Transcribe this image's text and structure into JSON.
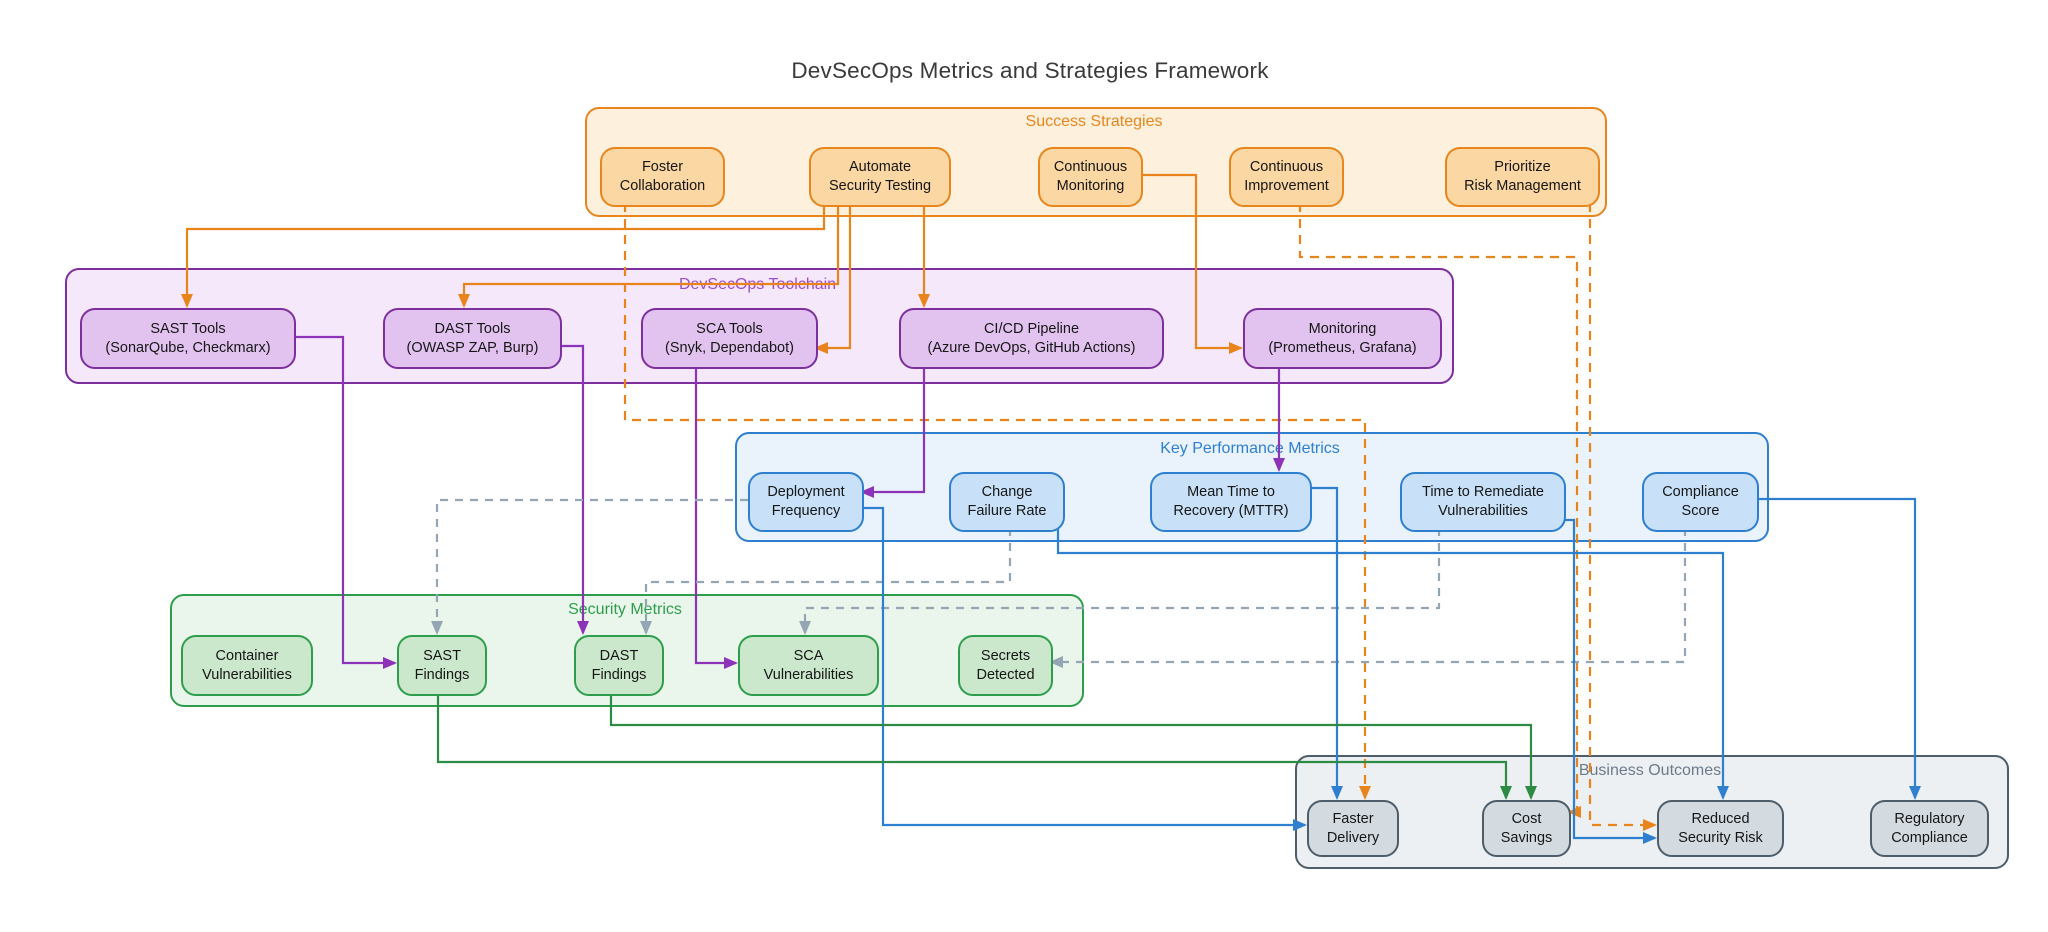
{
  "title": "DevSecOps Metrics and Strategies Framework",
  "palette": {
    "strategies": {
      "node_fill": "#FAD7A3",
      "border": "#E8861D",
      "cluster_fill": "#FDF1DE",
      "label": "#E8861D",
      "edge": "#E9841C"
    },
    "toolchain": {
      "node_fill": "#E2C3F0",
      "border": "#7D2F9E",
      "cluster_fill": "#F4E8FA",
      "label": "#9B4DCB",
      "edge": "#8C33B8"
    },
    "kpi": {
      "node_fill": "#C8E1F8",
      "border": "#2E7FD0",
      "cluster_fill": "#EAF3FC",
      "label": "#2E7FD0",
      "edge": "#2E7FD0"
    },
    "security": {
      "node_fill": "#CBE7CC",
      "border": "#2F9E4C",
      "cluster_fill": "#EAF6EC",
      "label": "#2F9E4C",
      "edge": "#2E8B44"
    },
    "outcomes": {
      "node_fill": "#D3DAE0",
      "border": "#4E5D6A",
      "cluster_fill": "#EDF0F2",
      "label": "#6C7B8A",
      "edge": "#94A6B3"
    }
  },
  "clusters": [
    {
      "id": "success-strategies",
      "label": "Success Strategies",
      "nodes": [
        {
          "id": "foster-collaboration",
          "label": "Foster\nCollaboration"
        },
        {
          "id": "automate-security-testing",
          "label": "Automate\nSecurity Testing"
        },
        {
          "id": "continuous-monitoring",
          "label": "Continuous\nMonitoring"
        },
        {
          "id": "continuous-improvement",
          "label": "Continuous\nImprovement"
        },
        {
          "id": "prioritize-risk-management",
          "label": "Prioritize\nRisk Management"
        }
      ]
    },
    {
      "id": "devsecops-toolchain",
      "label": "DevSecOps Toolchain",
      "nodes": [
        {
          "id": "sast-tools",
          "label": "SAST Tools\n(SonarQube, Checkmarx)"
        },
        {
          "id": "dast-tools",
          "label": "DAST Tools\n(OWASP ZAP, Burp)"
        },
        {
          "id": "sca-tools",
          "label": "SCA Tools\n(Snyk, Dependabot)"
        },
        {
          "id": "cicd-pipeline",
          "label": "CI/CD Pipeline\n(Azure DevOps, GitHub Actions)"
        },
        {
          "id": "monitoring",
          "label": "Monitoring\n(Prometheus, Grafana)"
        }
      ]
    },
    {
      "id": "key-performance-metrics",
      "label": "Key Performance Metrics",
      "nodes": [
        {
          "id": "deployment-frequency",
          "label": "Deployment\nFrequency"
        },
        {
          "id": "change-failure-rate",
          "label": "Change\nFailure Rate"
        },
        {
          "id": "mean-time-to-recovery",
          "label": "Mean Time to\nRecovery (MTTR)"
        },
        {
          "id": "time-to-remediate-vulnerabilities",
          "label": "Time to Remediate\nVulnerabilities"
        },
        {
          "id": "compliance-score",
          "label": "Compliance\nScore"
        }
      ]
    },
    {
      "id": "security-metrics",
      "label": "Security Metrics",
      "nodes": [
        {
          "id": "container-vulnerabilities",
          "label": "Container\nVulnerabilities"
        },
        {
          "id": "sast-findings",
          "label": "SAST\nFindings"
        },
        {
          "id": "dast-findings",
          "label": "DAST\nFindings"
        },
        {
          "id": "sca-vulnerabilities",
          "label": "SCA\nVulnerabilities"
        },
        {
          "id": "secrets-detected",
          "label": "Secrets\nDetected"
        }
      ]
    },
    {
      "id": "business-outcomes",
      "label": "Business Outcomes",
      "nodes": [
        {
          "id": "faster-delivery",
          "label": "Faster\nDelivery"
        },
        {
          "id": "cost-savings",
          "label": "Cost\nSavings"
        },
        {
          "id": "reduced-security-risk",
          "label": "Reduced\nSecurity Risk"
        },
        {
          "id": "regulatory-compliance",
          "label": "Regulatory\nCompliance"
        }
      ]
    }
  ],
  "edges": [
    {
      "from": "automate-security-testing",
      "to": "sast-tools",
      "color": "orange",
      "style": "solid"
    },
    {
      "from": "automate-security-testing",
      "to": "dast-tools",
      "color": "orange",
      "style": "solid"
    },
    {
      "from": "automate-security-testing",
      "to": "sca-tools",
      "color": "orange",
      "style": "solid"
    },
    {
      "from": "automate-security-testing",
      "to": "cicd-pipeline",
      "color": "orange",
      "style": "solid"
    },
    {
      "from": "continuous-monitoring",
      "to": "monitoring",
      "color": "orange",
      "style": "solid"
    },
    {
      "from": "foster-collaboration",
      "to": "faster-delivery",
      "color": "orange",
      "style": "dashed"
    },
    {
      "from": "continuous-improvement",
      "to": "cost-savings",
      "color": "orange",
      "style": "dashed"
    },
    {
      "from": "prioritize-risk-management",
      "to": "reduced-security-risk",
      "color": "orange",
      "style": "dashed"
    },
    {
      "from": "sast-tools",
      "to": "sast-findings",
      "color": "purple",
      "style": "solid"
    },
    {
      "from": "dast-tools",
      "to": "dast-findings",
      "color": "purple",
      "style": "solid"
    },
    {
      "from": "sca-tools",
      "to": "sca-vulnerabilities",
      "color": "purple",
      "style": "solid"
    },
    {
      "from": "cicd-pipeline",
      "to": "deployment-frequency",
      "color": "purple",
      "style": "solid"
    },
    {
      "from": "monitoring",
      "to": "mean-time-to-recovery",
      "color": "purple",
      "style": "solid"
    },
    {
      "from": "deployment-frequency",
      "to": "sast-findings",
      "color": "gray",
      "style": "dashed"
    },
    {
      "from": "change-failure-rate",
      "to": "dast-findings",
      "color": "gray",
      "style": "dashed"
    },
    {
      "from": "time-to-remediate-vulnerabilities",
      "to": "sca-vulnerabilities",
      "color": "gray",
      "style": "dashed"
    },
    {
      "from": "compliance-score",
      "to": "secrets-detected",
      "color": "gray",
      "style": "dashed"
    },
    {
      "from": "deployment-frequency",
      "to": "faster-delivery",
      "color": "blue",
      "style": "solid"
    },
    {
      "from": "mean-time-to-recovery",
      "to": "faster-delivery",
      "color": "blue",
      "style": "solid"
    },
    {
      "from": "change-failure-rate",
      "to": "reduced-security-risk",
      "color": "blue",
      "style": "solid"
    },
    {
      "from": "time-to-remediate-vulnerabilities",
      "to": "reduced-security-risk",
      "color": "blue",
      "style": "solid"
    },
    {
      "from": "compliance-score",
      "to": "regulatory-compliance",
      "color": "blue",
      "style": "solid"
    },
    {
      "from": "sast-findings",
      "to": "cost-savings",
      "color": "green",
      "style": "solid"
    },
    {
      "from": "dast-findings",
      "to": "cost-savings",
      "color": "green",
      "style": "solid"
    }
  ]
}
